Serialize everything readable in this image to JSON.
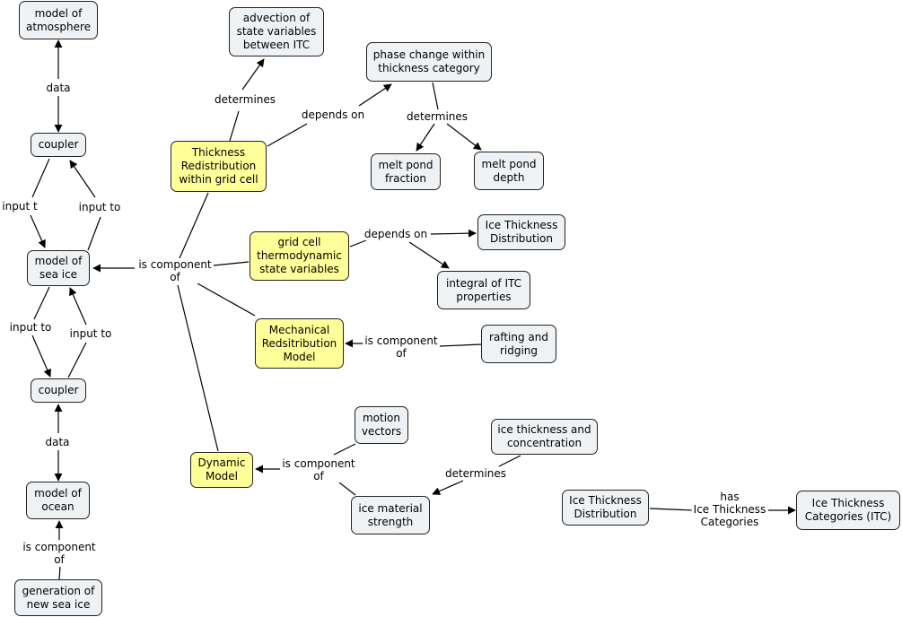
{
  "colors": {
    "concept_fill": "#eef2f4",
    "highlight_fill": "#ffff99",
    "border": "#222222",
    "line": "#000000"
  },
  "nodes": {
    "atmosphere": "model of\natmosphere",
    "coupler_top": "coupler",
    "sea_ice": "model of\nsea ice",
    "coupler_bottom": "coupler",
    "ocean": "model of\nocean",
    "new_sea_ice": "generation of\nnew sea ice",
    "advection": "advection of\nstate variables\nbetween ITC",
    "phase_change": "phase change within\nthickness category",
    "thickness_redistribution": "Thickness\nRedistribution\nwithin grid cell",
    "melt_pond_fraction": "melt pond\nfraction",
    "melt_pond_depth": "melt pond\ndepth",
    "grid_cell_state": "grid cell\nthermodynamic\nstate variables",
    "itd_upper": "Ice Thickness\nDistribution",
    "integral_itc": "integral of ITC\nproperties",
    "mechanical": "Mechanical\nRedsitribution\nModel",
    "rafting": "rafting and\nridging",
    "motion_vectors": "motion\nvectors",
    "ice_thickness_conc": "ice thickness and\nconcentration",
    "dynamic_model": "Dynamic\nModel",
    "ice_material": "ice material\nstrength",
    "itd_lower": "Ice Thickness\nDistribution",
    "itc": "Ice Thickness\nCategories (ITC)"
  },
  "labels": {
    "data_top": "data",
    "input_t": "input t",
    "input_to_a": "input to",
    "input_to_b": "input to",
    "input_to_c": "input to",
    "data_bottom": "data",
    "is_component_ocean": "is component\nof",
    "is_component_main": "is component\nof",
    "determines_adv": "determines",
    "depends_on_phase": "depends on",
    "determines_melt": "determines",
    "depends_on_grid": "depends on",
    "is_component_raft": "is component\nof",
    "is_component_dyn": "is component\nof",
    "determines_mat": "determines",
    "has_itc": "has\nIce Thickness\nCategories"
  }
}
